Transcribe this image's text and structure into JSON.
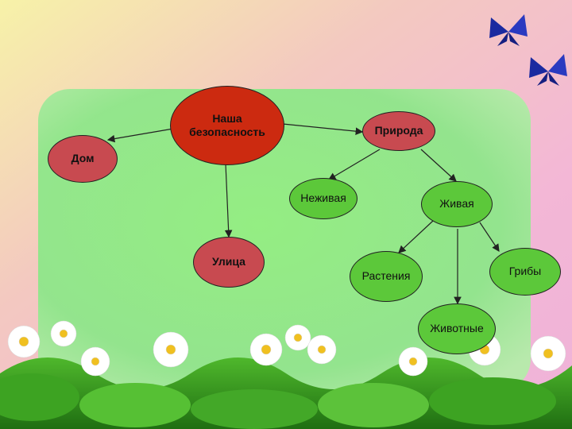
{
  "nodes": {
    "root": "Наша\nбезопасность",
    "dom": "Дом",
    "ulitsa": "Улица",
    "priroda": "Природа",
    "nezhivaya": "Неживая",
    "zhivaya": "Живая",
    "rasteniya": "Растения",
    "griby": "Грибы",
    "zhivotnye": "Животные"
  },
  "colors": {
    "root": "#cc2a10",
    "category": "#c84a50",
    "leaf": "#5cc83a",
    "panel": "#7ee37a"
  }
}
